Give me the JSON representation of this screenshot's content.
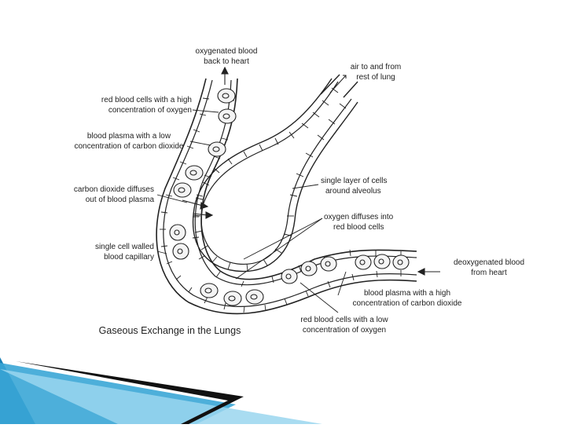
{
  "diagram": {
    "caption": "Gaseous Exchange in the Lungs",
    "labels": {
      "oxygenated_1": "oxygenated blood",
      "oxygenated_2": "back to heart",
      "air_1": "air to and from",
      "air_2": "rest of lung",
      "rbc_high_1": "red blood cells with a high",
      "rbc_high_2": "concentration of oxygen",
      "plasma_low_1": "blood plasma with a low",
      "plasma_low_2": "concentration of carbon dioxide",
      "co2_1": "carbon dioxide diffuses",
      "co2_2": "out of blood plasma",
      "single_layer_1": "single layer of cells",
      "single_layer_2": "around alveolus",
      "oxygen_1": "oxygen diffuses into",
      "oxygen_2": "red blood cells",
      "capillary_1": "single cell walled",
      "capillary_2": "blood capillary",
      "deoxy_1": "deoxygenated blood",
      "deoxy_2": "from heart",
      "plasma_high_1": "blood plasma with a high",
      "plasma_high_2": "concentration of carbon dioxide",
      "rbc_low_1": "red blood cells with a low",
      "rbc_low_2": "concentration of oxygen"
    }
  },
  "colors": {
    "line": "#222222",
    "cell_fill": "#f4f4f4",
    "swoosh_black": "#111111",
    "swoosh_blue": "#1f8fc4",
    "swoosh_light": "#8fd0ea"
  }
}
